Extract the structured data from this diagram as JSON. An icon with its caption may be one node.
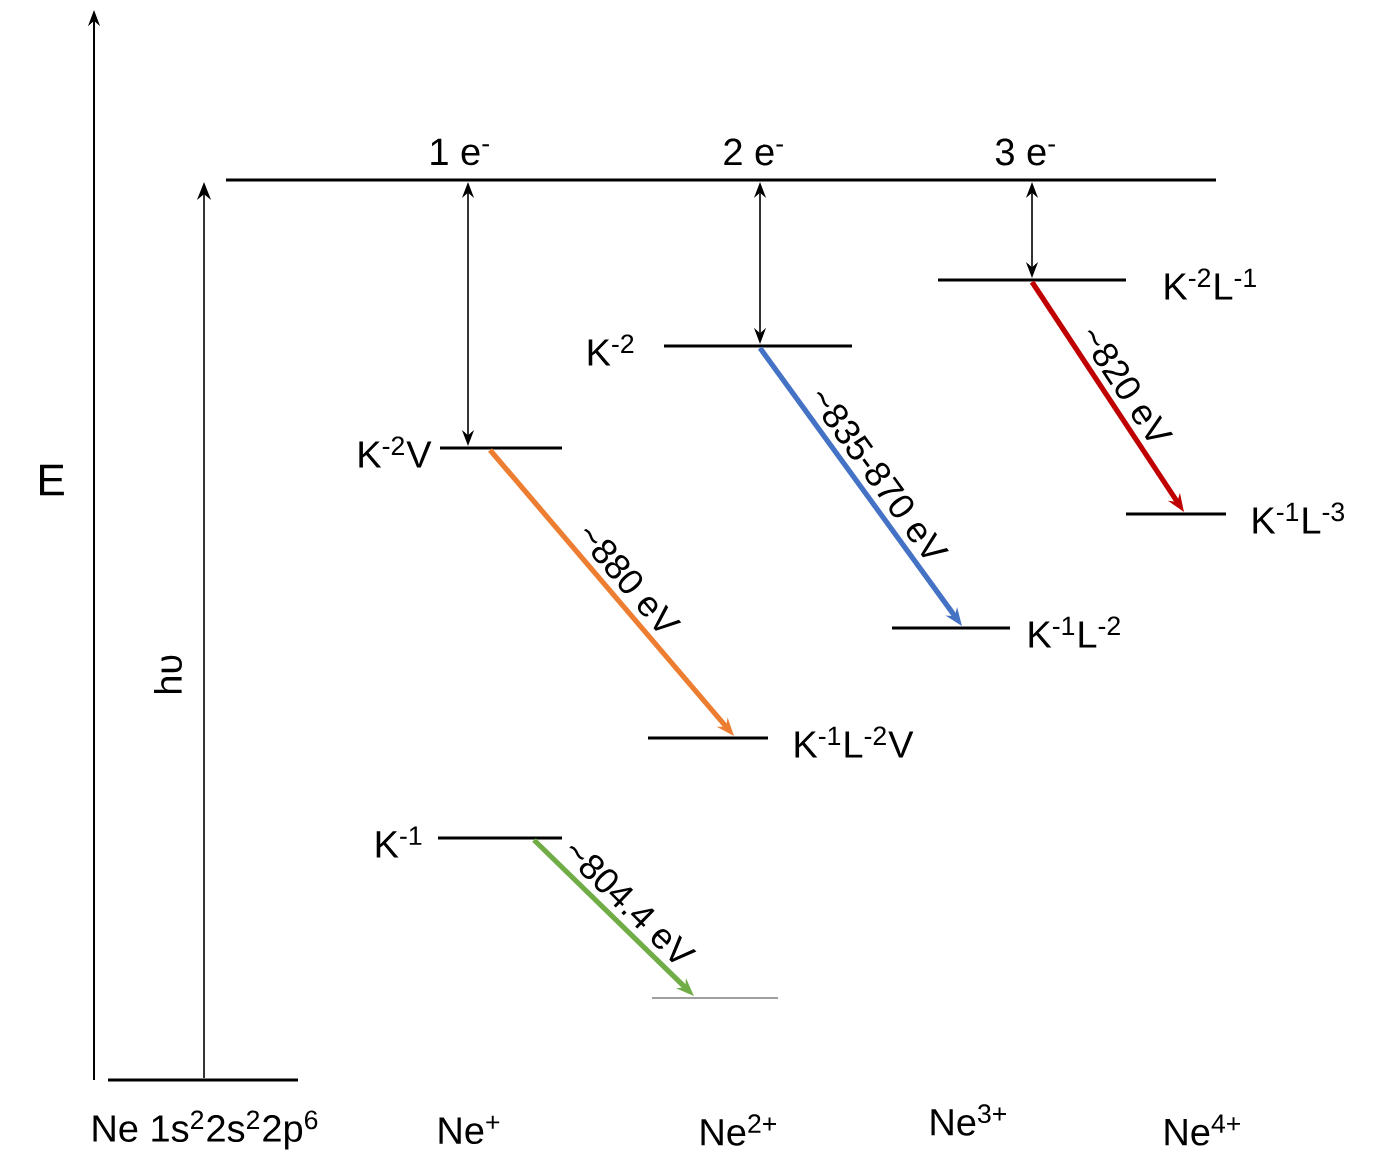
{
  "diagram": {
    "nodes": [
      {
        "text": [],
        "shape": "bar"
      },
      {
        "text": [],
        "shape": "bar"
      },
      {
        "text": [],
        "shape": "bar",
        "beside": [
          "K$^{-2}$V"
        ]
      },
      {
        "text": [],
        "shape": "bar",
        "beside": [
          "K$^{-2}$"
        ]
      },
      {
        "text": [],
        "shape": "bar",
        "beside": [
          "K$^{-2}$L$^{-1}$"
        ]
      },
      {
        "text": [],
        "shape": "bar",
        "beside": [
          "K$^{-1}$L$^{-3}$"
        ]
      },
      {
        "text": [],
        "shape": "bar",
        "beside": [
          "K$^{-1}$L$^{-2}$"
        ]
      },
      {
        "text": [],
        "shape": "bar",
        "beside": [
          "K$^{-1}$L$^{-2}$V"
        ]
      },
      {
        "text": [],
        "shape": "bar",
        "beside": [
          "K$^{-1}$"
        ]
      },
      {
        "text": [],
        "shape": "bar"
      }
    ],
    "edges": [
      {
        "from": 0,
        "to": 1,
        "arrow": "to",
        "label": "hυ"
      },
      {
        "from": 1,
        "to": 2,
        "arrow": "both"
      },
      {
        "from": 1,
        "to": 3,
        "arrow": "both"
      },
      {
        "from": 1,
        "to": 4,
        "arrow": "both"
      },
      {
        "from": 2,
        "to": 7,
        "arrow": "to",
        "label": "~880 eV",
        "style": "thick",
        "color": "#ed7d31"
      },
      {
        "from": 3,
        "to": 6,
        "arrow": "to",
        "label": "~835-870 eV",
        "style": "thick",
        "color": "#4472c4"
      },
      {
        "from": 4,
        "to": 5,
        "arrow": "to",
        "label": "~820 eV",
        "style": "thick",
        "color": "#c00000"
      },
      {
        "from": 8,
        "to": 9,
        "arrow": "to",
        "label": "~804.4 eV",
        "style": "thick",
        "color": "#70ad47"
      }
    ],
    "labels": [
      "E",
      "1 e$^{-}$",
      "2 e$^{-}$",
      "3 e$^{-}$",
      "Ne 1s$^{2}$2s$^{2}$2p$^{6}$",
      "Ne$^{+}$",
      "Ne$^{2+}$",
      "Ne$^{3+}$",
      "Ne$^{4+}$"
    ]
  }
}
